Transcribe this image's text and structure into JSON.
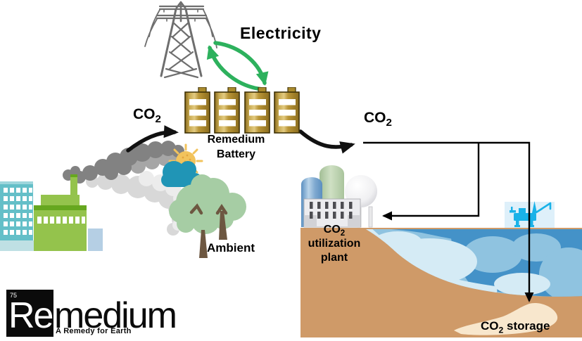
{
  "labels": {
    "electricity": "Electricity",
    "co2_left": {
      "base": "CO",
      "sub": "2"
    },
    "co2_right": {
      "base": "CO",
      "sub": "2"
    },
    "battery": {
      "line1": "Remedium",
      "line2": "Battery"
    },
    "ambient": "Ambient",
    "plant": {
      "line1_base": "CO",
      "line1_sub": "2",
      "line2": "utilization",
      "line3": "plant"
    },
    "storage": {
      "base": "CO",
      "sub": "2",
      "rest": " storage"
    }
  },
  "logo": {
    "atomic_number": "75",
    "symbol": "Re",
    "suffix": "medium",
    "tagline": "A Remedy for Earth"
  },
  "colors": {
    "arrow_black": "#111111",
    "arrow_green": "#2db15d",
    "tower_gray": "#6e6e6e",
    "battery_gold": "#bb9739",
    "factory_green": "#94c34c",
    "building_teal": "#64bfc8",
    "cloud_teal": "#2095b6",
    "sun_yellow": "#f2c35c",
    "tree_green": "#a6cda4",
    "trunk_brown": "#6d5741",
    "land_tan": "#cf9a68",
    "ocean_deep": "#4492c8",
    "ocean_mid": "#8fc3e0",
    "ocean_shallow": "#d5ebf5",
    "reservoir_cream": "#f8e7cd",
    "platform_cyan": "#19b2e8"
  }
}
